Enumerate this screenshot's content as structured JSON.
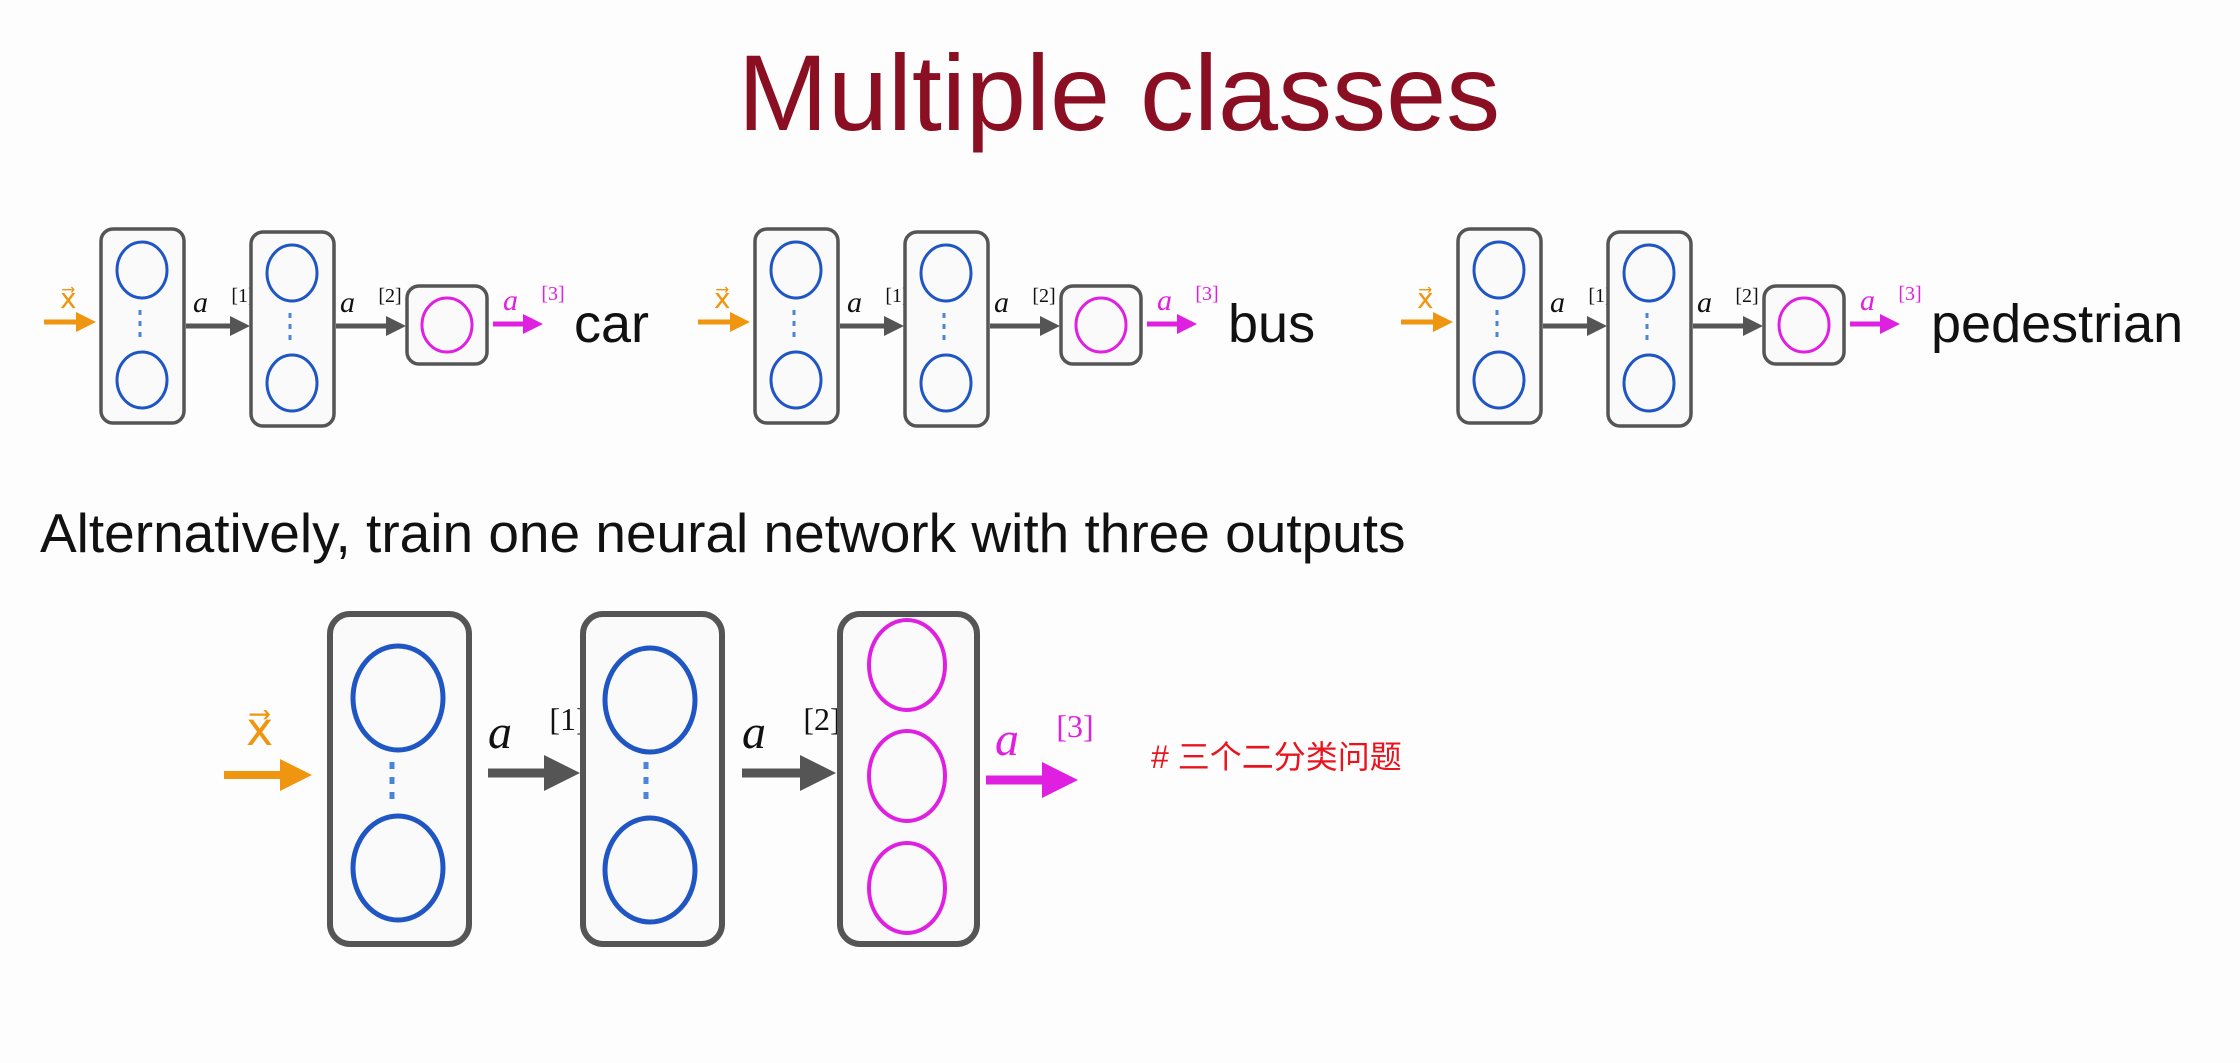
{
  "title": "Multiple classes",
  "colors": {
    "title": "#8b0f22",
    "input": "#f0950f",
    "hidden_neuron": "#1f56c4",
    "output": "#e020e0",
    "arrow": "#555555",
    "note": "#e8141e"
  },
  "labels": {
    "x": "x⃗",
    "a1": "a⃗",
    "a1_sup": "[1]",
    "a2": "a⃗",
    "a2_sup": "[2]",
    "a3": "a⃗",
    "a3_sup": "[3]"
  },
  "small_networks": [
    {
      "output_label": "car"
    },
    {
      "output_label": "bus"
    },
    {
      "output_label": "pedestrian"
    }
  ],
  "subtitle": "Alternatively, train one neural network with three outputs",
  "note": "# 三个二分类问题"
}
